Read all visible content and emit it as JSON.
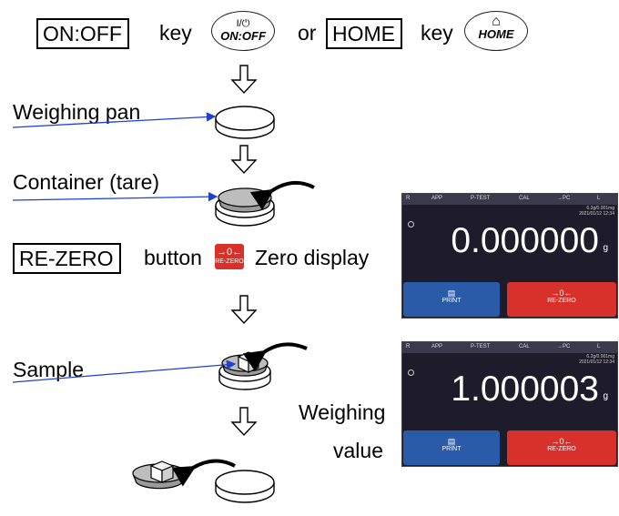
{
  "step1": {
    "onoff_key": "ON:OFF",
    "key_word_1": "key",
    "or_word": "or",
    "home_key": "HOME",
    "key_word_2": "key",
    "onoff_button_top": "I/⏻",
    "onoff_button_label": "ON:OFF",
    "home_button_icon": "⌂",
    "home_button_label": "HOME"
  },
  "labels": {
    "weighing_pan": "Weighing pan",
    "container": "Container (tare)",
    "rezero_key": "RE-ZERO",
    "button_word": "button",
    "zero_display": "Zero display",
    "sample": "Sample",
    "weighing": "Weighing",
    "value": "value"
  },
  "rezero_button": {
    "arrows": "→0←",
    "label": "RE-ZERO"
  },
  "screens": [
    {
      "status": [
        "R",
        "APP",
        "P-TEST",
        "CAL",
        "→PC",
        "L"
      ],
      "range_line": "6.2g/0.001mg",
      "datetime": "2021/01/12  12:34",
      "value": "0.000000",
      "unit": "g",
      "print_icon": "▤",
      "print_label": "PRINT",
      "rezero_icon": "→0←",
      "rezero_label": "RE-ZERO"
    },
    {
      "status": [
        "R",
        "APP",
        "P-TEST",
        "CAL",
        "→PC",
        "L"
      ],
      "range_line": "6.2g/0.001mg",
      "datetime": "2021/01/12  12:34",
      "value": "1.000003",
      "unit": "g",
      "print_icon": "▤",
      "print_label": "PRINT",
      "rezero_icon": "→0←",
      "rezero_label": "RE-ZERO"
    }
  ],
  "colors": {
    "pointer_line": "#1f3fd9",
    "screen_bg": "#1e1b2a",
    "print_button": "#2a5ba8",
    "rezero_button": "#d8312b"
  },
  "icons": [
    "power-icon",
    "home-icon",
    "down-arrow-icon",
    "weighing-pan-icon",
    "container-icon",
    "sample-cube-icon",
    "curved-arrow-icon"
  ]
}
